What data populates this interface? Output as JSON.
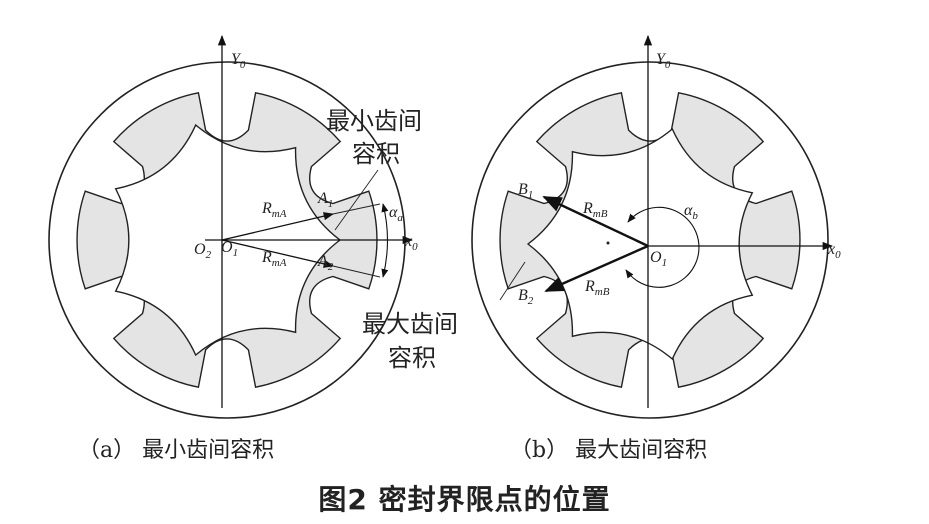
{
  "panel_a": {
    "y_axis": {
      "base": "Y",
      "sub": "0"
    },
    "x_axis": {
      "base": "x",
      "sub": "0"
    },
    "o2": {
      "base": "O",
      "sub": "2"
    },
    "o1": {
      "base": "O",
      "sub": "1"
    },
    "r1": {
      "base": "R",
      "sub": "mA"
    },
    "r2": {
      "base": "R",
      "sub": "mA"
    },
    "a1": {
      "base": "A",
      "sub": "1"
    },
    "a2": {
      "base": "A",
      "sub": "2"
    },
    "alpha": {
      "base": "α",
      "sub": "a"
    },
    "callout_line1": "最小齿间",
    "callout_line2": "容积",
    "caption": "（a）  最小齿间容积"
  },
  "panel_b": {
    "y_axis": {
      "base": "Y",
      "sub": "0"
    },
    "x_axis": {
      "base": "x",
      "sub": "0"
    },
    "o1": {
      "base": "O",
      "sub": "1"
    },
    "r1": {
      "base": "R",
      "sub": "mB"
    },
    "r2": {
      "base": "R",
      "sub": "mB"
    },
    "b1": {
      "base": "B",
      "sub": "1"
    },
    "b2": {
      "base": "B",
      "sub": "2"
    },
    "alpha": {
      "base": "α",
      "sub": "b"
    },
    "callout_line1": "最大齿间",
    "callout_line2": "容积",
    "caption": "（b）  最大齿间容积"
  },
  "figure_title": "图2   密封界限点的位置"
}
